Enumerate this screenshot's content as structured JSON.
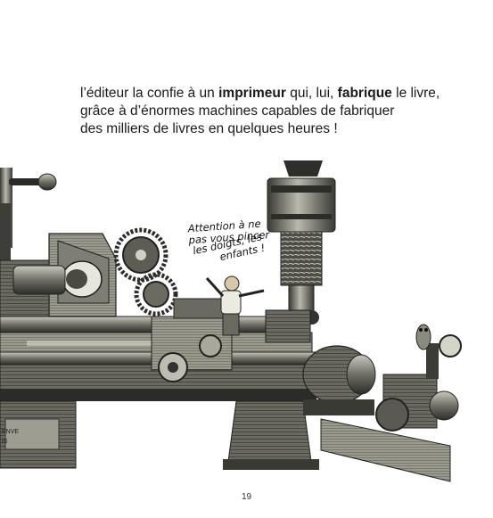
{
  "text": {
    "line1": {
      "a": "l’éditeur la confie à un ",
      "b": "imprimeur",
      "c": " qui, lui, ",
      "d": "fabrique",
      "e": " le livre,"
    },
    "line2": "grâce à d’énormes machines capables de fabriquer",
    "line3": "des milliers de livres en quelques heures !"
  },
  "speech_bubble": {
    "line1": "Attention à ne",
    "line2": "pas vous pincer",
    "line3": "les doigts, les",
    "line4": "enfants !"
  },
  "plates": {
    "left": "ENVE",
    "left2": "IS"
  },
  "page_number": "19"
}
